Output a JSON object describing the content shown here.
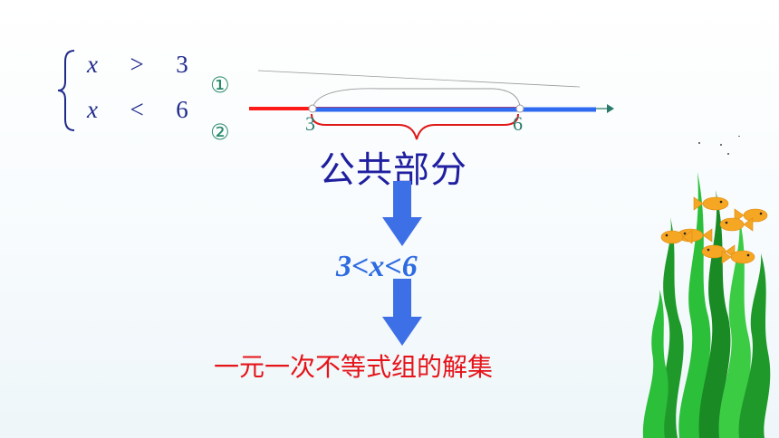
{
  "system": {
    "row1": {
      "var": "x",
      "op": ">",
      "value": "3"
    },
    "row2": {
      "var": "x",
      "op": "<",
      "value": "6"
    }
  },
  "labels": {
    "circle1": "①",
    "circle2": "②"
  },
  "number_line": {
    "tick1": "3",
    "tick2": "6"
  },
  "common_part": "公共部分",
  "solution": "3<x<6",
  "conclusion": "一元一次不等式组的解集",
  "colors": {
    "red_ray": "#ff1a1a",
    "blue_ray": "#2f6bf0",
    "arrow": "#3d6fe6",
    "brace": "#e01818",
    "text_blue": "#1f1fa0",
    "conclusion": "#e6141a"
  }
}
